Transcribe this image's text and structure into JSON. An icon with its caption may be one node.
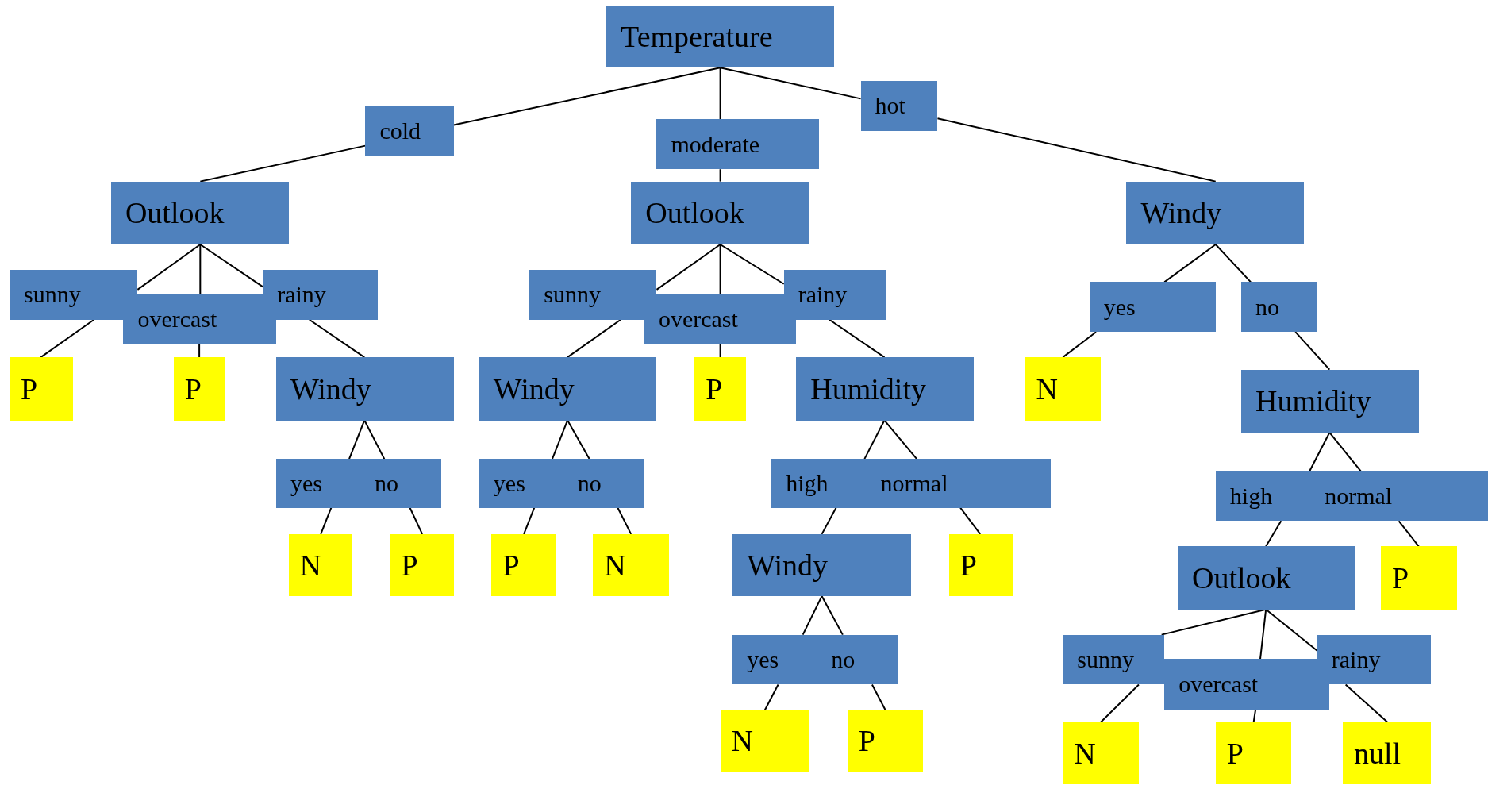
{
  "diagram": {
    "nodes": [
      {
        "text": [
          "Temperature"
        ]
      },
      {
        "text": [
          "cold"
        ]
      },
      {
        "text": [
          "moderate"
        ]
      },
      {
        "text": [
          "hot"
        ]
      },
      {
        "text": [
          "Outlook"
        ]
      },
      {
        "text": [
          "Outlook"
        ]
      },
      {
        "text": [
          "Windy"
        ]
      },
      {
        "text": [
          "sunny"
        ]
      },
      {
        "text": [
          "overcast"
        ]
      },
      {
        "text": [
          "rainy"
        ]
      },
      {
        "text": [
          "P"
        ]
      },
      {
        "text": [
          "P"
        ]
      },
      {
        "text": [
          "Windy"
        ]
      },
      {
        "text": [
          "yes",
          "no"
        ]
      },
      {
        "text": [
          "N"
        ]
      },
      {
        "text": [
          "P"
        ]
      },
      {
        "text": [
          "sunny"
        ]
      },
      {
        "text": [
          "overcast"
        ]
      },
      {
        "text": [
          "rainy"
        ]
      },
      {
        "text": [
          "Windy"
        ]
      },
      {
        "text": [
          "P"
        ]
      },
      {
        "text": [
          "Humidity"
        ]
      },
      {
        "text": [
          "yes",
          "no"
        ]
      },
      {
        "text": [
          "P"
        ]
      },
      {
        "text": [
          "N"
        ]
      },
      {
        "text": [
          "high",
          "normal"
        ]
      },
      {
        "text": [
          "Windy"
        ]
      },
      {
        "text": [
          "P"
        ]
      },
      {
        "text": [
          "yes",
          "no"
        ]
      },
      {
        "text": [
          "N"
        ]
      },
      {
        "text": [
          "P"
        ]
      },
      {
        "text": [
          "yes"
        ]
      },
      {
        "text": [
          "no"
        ]
      },
      {
        "text": [
          "N"
        ]
      },
      {
        "text": [
          "Humidity"
        ]
      },
      {
        "text": [
          "high",
          "normal"
        ]
      },
      {
        "text": [
          "Outlook"
        ]
      },
      {
        "text": [
          "P"
        ]
      },
      {
        "text": [
          "sunny"
        ]
      },
      {
        "text": [
          "overcast"
        ]
      },
      {
        "text": [
          "rainy"
        ]
      },
      {
        "text": [
          "N"
        ]
      },
      {
        "text": [
          "P"
        ]
      },
      {
        "text": [
          "null"
        ]
      }
    ],
    "edges": [
      {
        "from": 0,
        "to": 1,
        "arrow": "none"
      },
      {
        "from": 1,
        "to": 4,
        "arrow": "none"
      },
      {
        "from": 0,
        "to": 2,
        "arrow": "none"
      },
      {
        "from": 2,
        "to": 5,
        "arrow": "none"
      },
      {
        "from": 0,
        "to": 3,
        "arrow": "none"
      },
      {
        "from": 3,
        "to": 6,
        "arrow": "none"
      },
      {
        "from": 4,
        "to": 7,
        "arrow": "none"
      },
      {
        "from": 4,
        "to": 8,
        "arrow": "none"
      },
      {
        "from": 4,
        "to": 9,
        "arrow": "none"
      },
      {
        "from": 7,
        "to": 10,
        "arrow": "none"
      },
      {
        "from": 8,
        "to": 11,
        "arrow": "none"
      },
      {
        "from": 9,
        "to": 12,
        "arrow": "none"
      },
      {
        "from": 12,
        "to": 13,
        "arrow": "none"
      },
      {
        "from": 12,
        "to": 13,
        "arrow": "none"
      },
      {
        "from": 13,
        "to": 14,
        "arrow": "none"
      },
      {
        "from": 13,
        "to": 15,
        "arrow": "none"
      },
      {
        "from": 5,
        "to": 16,
        "arrow": "none"
      },
      {
        "from": 5,
        "to": 17,
        "arrow": "none"
      },
      {
        "from": 5,
        "to": 18,
        "arrow": "none"
      },
      {
        "from": 16,
        "to": 19,
        "arrow": "none"
      },
      {
        "from": 17,
        "to": 20,
        "arrow": "none"
      },
      {
        "from": 18,
        "to": 21,
        "arrow": "none"
      },
      {
        "from": 19,
        "to": 22,
        "arrow": "none"
      },
      {
        "from": 19,
        "to": 22,
        "arrow": "none"
      },
      {
        "from": 22,
        "to": 23,
        "arrow": "none"
      },
      {
        "from": 22,
        "to": 24,
        "arrow": "none"
      },
      {
        "from": 21,
        "to": 25,
        "arrow": "none"
      },
      {
        "from": 21,
        "to": 25,
        "arrow": "none"
      },
      {
        "from": 25,
        "to": 26,
        "arrow": "none"
      },
      {
        "from": 25,
        "to": 27,
        "arrow": "none"
      },
      {
        "from": 26,
        "to": 28,
        "arrow": "none"
      },
      {
        "from": 26,
        "to": 28,
        "arrow": "none"
      },
      {
        "from": 28,
        "to": 29,
        "arrow": "none"
      },
      {
        "from": 28,
        "to": 30,
        "arrow": "none"
      },
      {
        "from": 6,
        "to": 31,
        "arrow": "none"
      },
      {
        "from": 6,
        "to": 32,
        "arrow": "none"
      },
      {
        "from": 31,
        "to": 33,
        "arrow": "none"
      },
      {
        "from": 32,
        "to": 34,
        "arrow": "none"
      },
      {
        "from": 34,
        "to": 35,
        "arrow": "none"
      },
      {
        "from": 34,
        "to": 35,
        "arrow": "none"
      },
      {
        "from": 35,
        "to": 36,
        "arrow": "none"
      },
      {
        "from": 35,
        "to": 37,
        "arrow": "none"
      },
      {
        "from": 36,
        "to": 38,
        "arrow": "none"
      },
      {
        "from": 36,
        "to": 39,
        "arrow": "none"
      },
      {
        "from": 36,
        "to": 40,
        "arrow": "none"
      },
      {
        "from": 38,
        "to": 41,
        "arrow": "none"
      },
      {
        "from": 39,
        "to": 42,
        "arrow": "none"
      },
      {
        "from": 40,
        "to": 43,
        "arrow": "none"
      }
    ]
  }
}
